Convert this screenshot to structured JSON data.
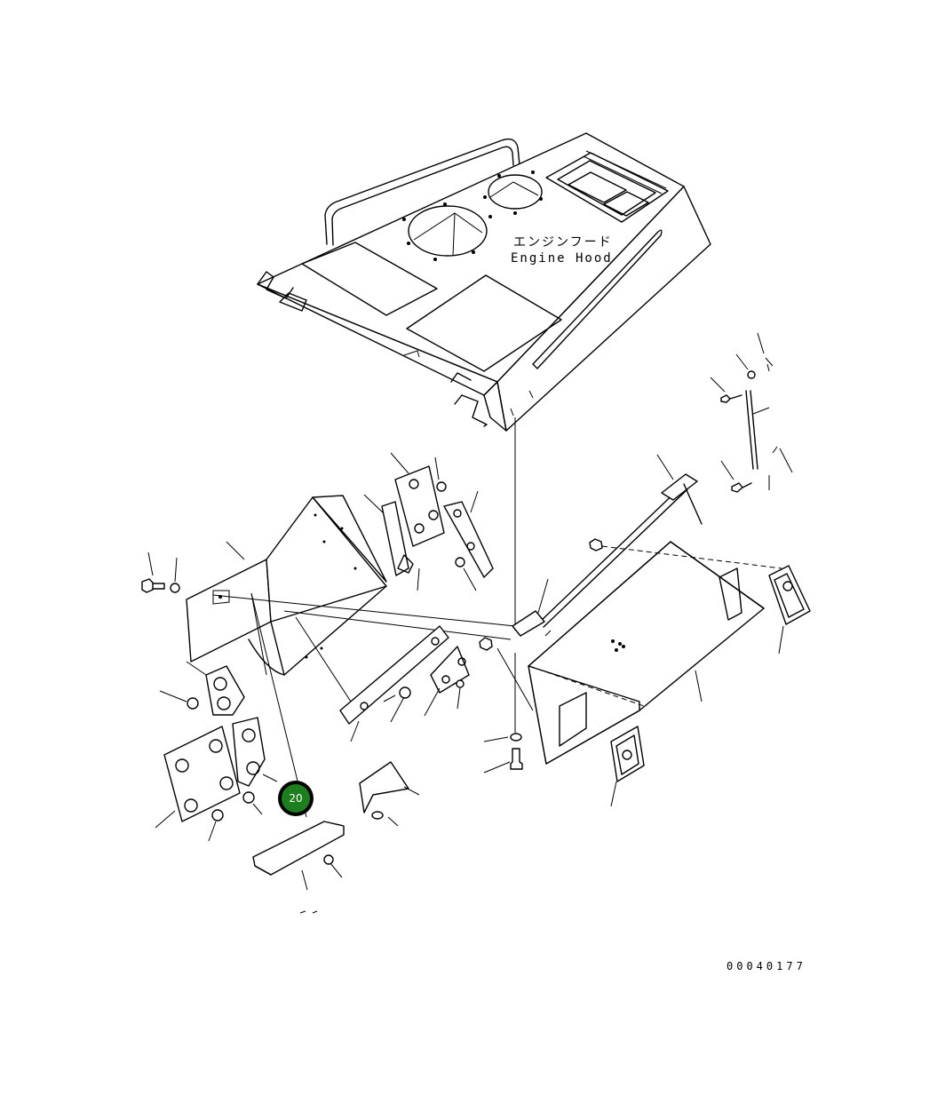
{
  "labels": {
    "title_jp": "エンジンフード",
    "title_en": "Engine Hood",
    "drawing_code": "00040177"
  },
  "callout": {
    "number": "20",
    "color": "#1e7d1e",
    "ring_color": "#000000"
  }
}
